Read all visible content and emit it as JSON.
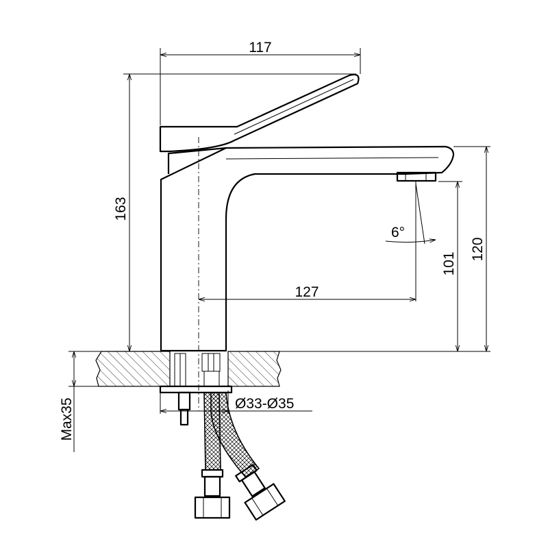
{
  "dimensions": {
    "total_width": "117",
    "total_height": "163",
    "spout_reach": "127",
    "spout_height": "101",
    "overall_height": "120",
    "spout_angle": "6°",
    "hole_diameter": "Ø33-Ø35",
    "max_deck_thickness": "Max35"
  }
}
